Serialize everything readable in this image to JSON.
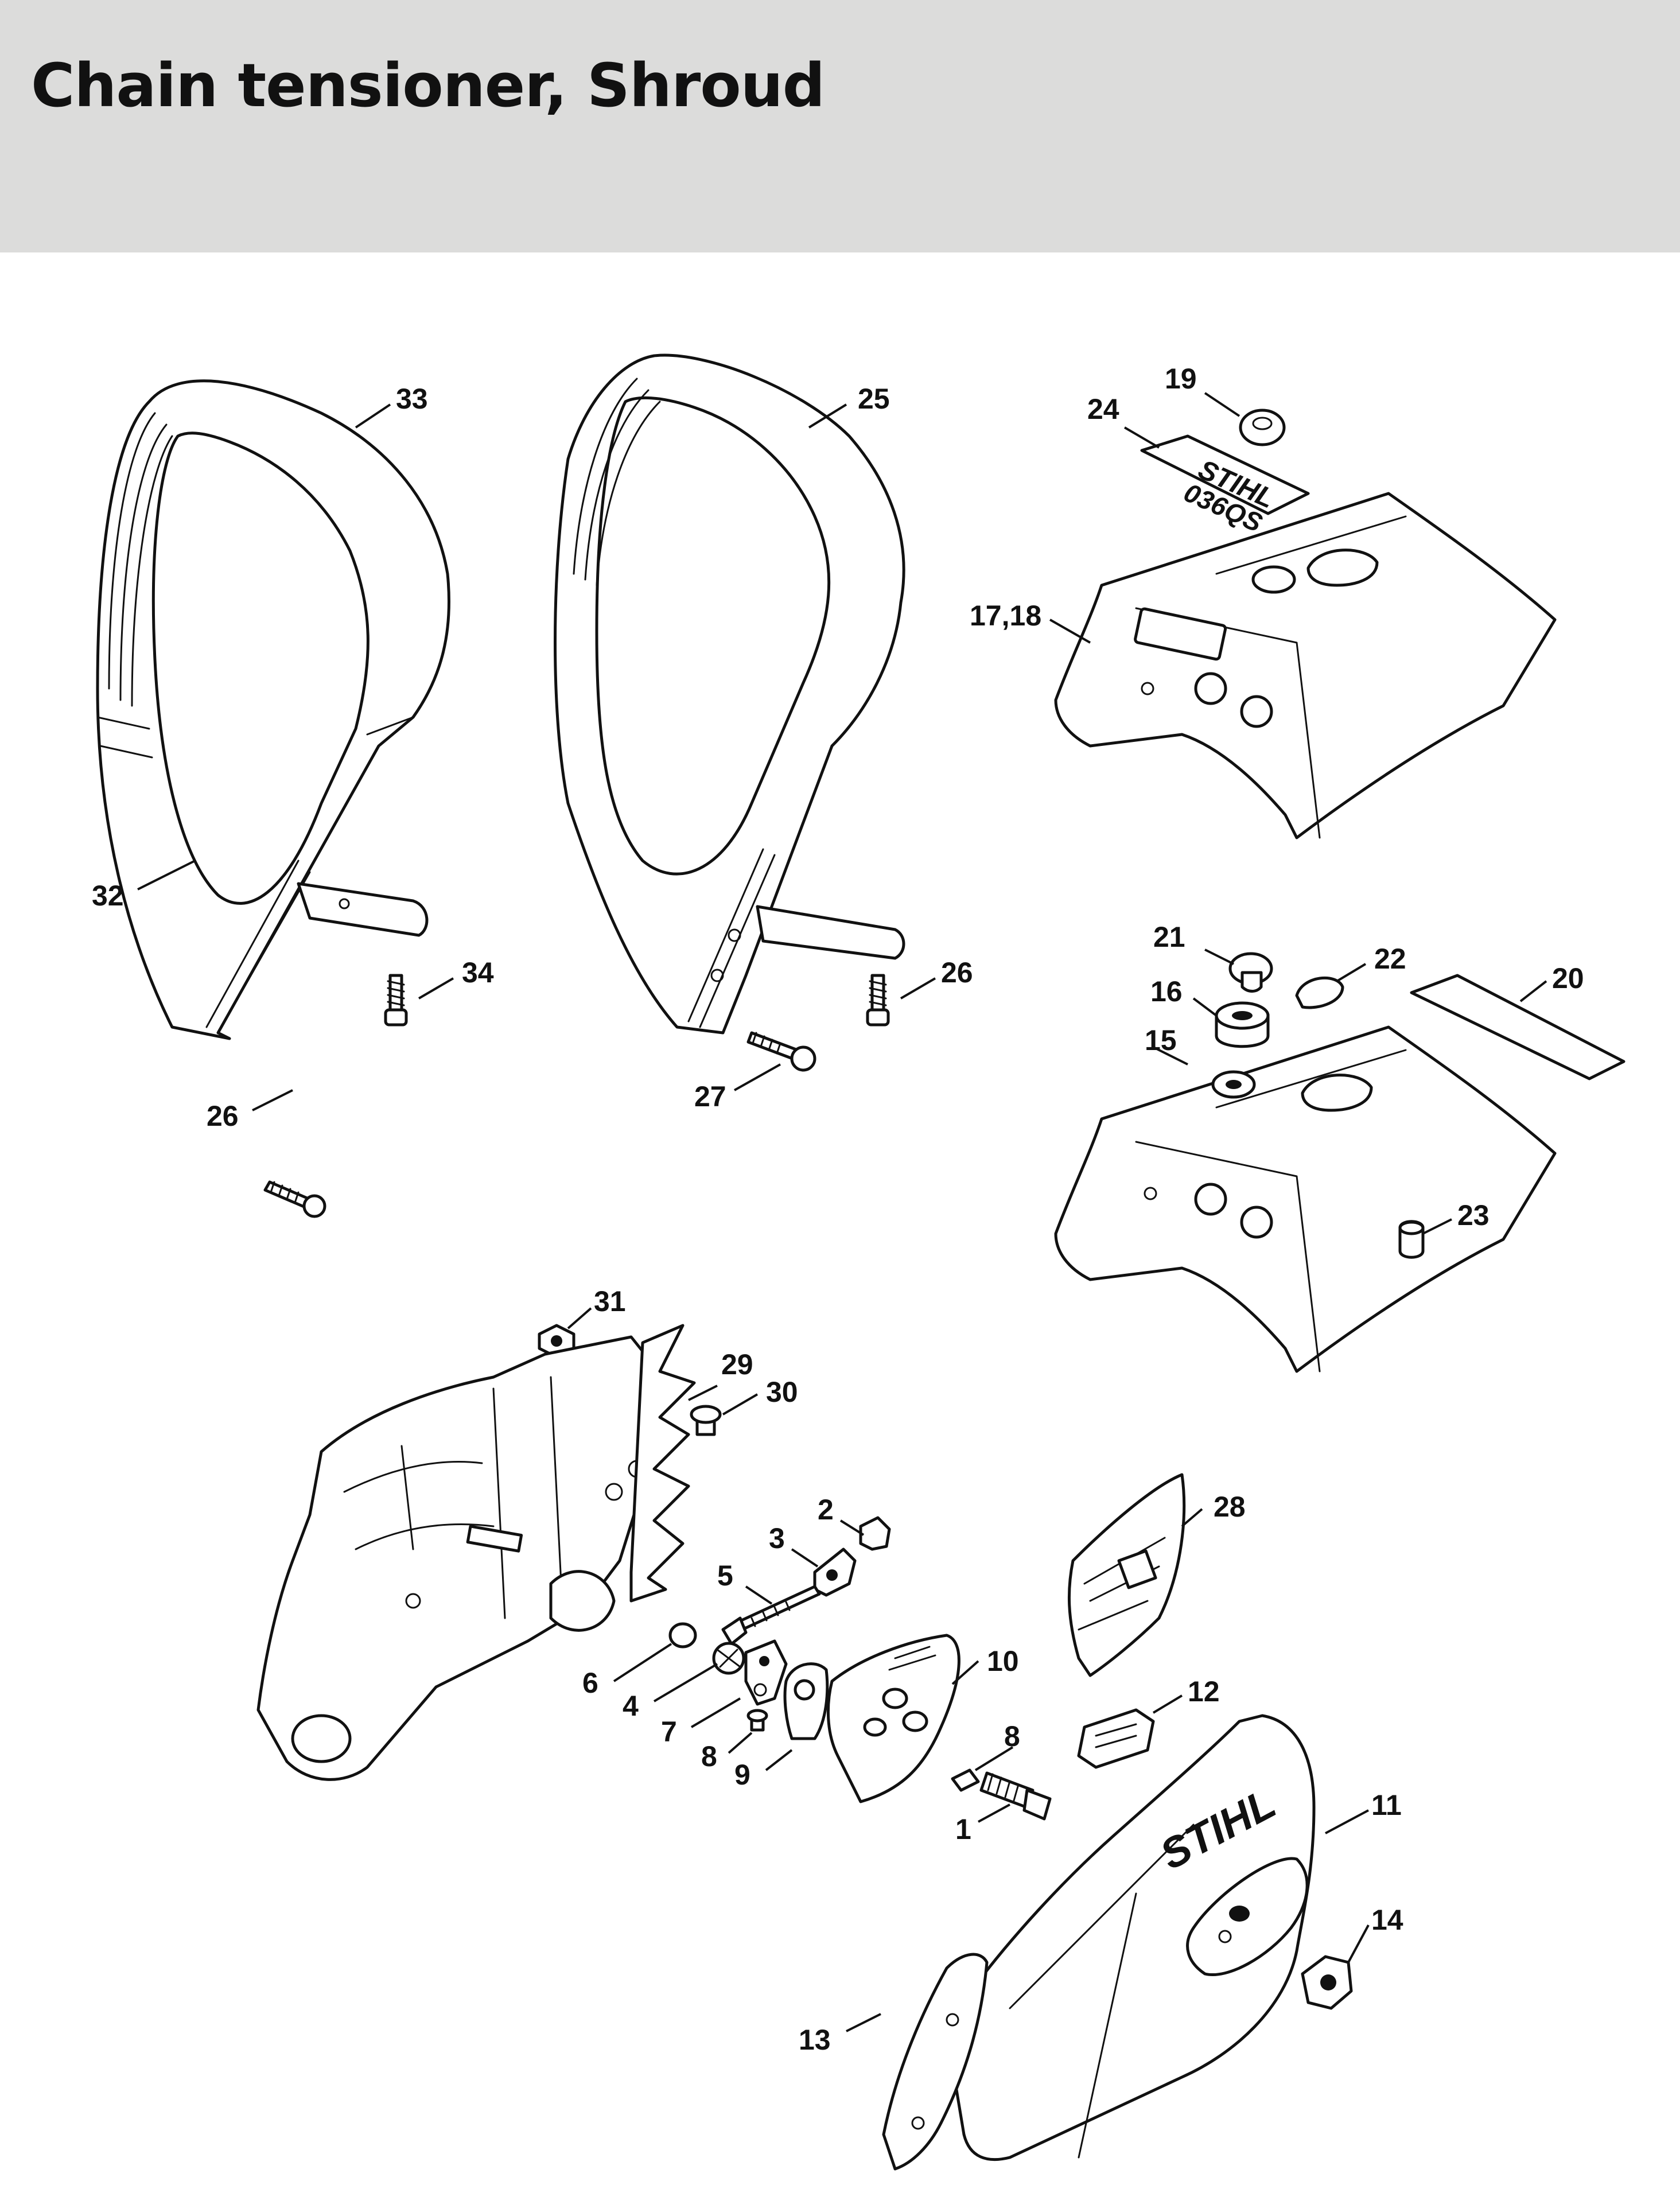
{
  "header": {
    "title": "Chain tensioner, Shroud"
  },
  "callouts": [
    {
      "label": "33"
    },
    {
      "label": "25"
    },
    {
      "label": "19"
    },
    {
      "label": "24"
    },
    {
      "label": "17,18"
    },
    {
      "label": "32"
    },
    {
      "label": "34"
    },
    {
      "label": "26"
    },
    {
      "label": "26"
    },
    {
      "label": "27"
    },
    {
      "label": "21"
    },
    {
      "label": "22"
    },
    {
      "label": "20"
    },
    {
      "label": "16"
    },
    {
      "label": "15"
    },
    {
      "label": "23"
    },
    {
      "label": "31"
    },
    {
      "label": "29"
    },
    {
      "label": "30"
    },
    {
      "label": "2"
    },
    {
      "label": "3"
    },
    {
      "label": "5"
    },
    {
      "label": "28"
    },
    {
      "label": "6"
    },
    {
      "label": "4"
    },
    {
      "label": "7"
    },
    {
      "label": "8"
    },
    {
      "label": "9"
    },
    {
      "label": "10"
    },
    {
      "label": "8"
    },
    {
      "label": "1"
    },
    {
      "label": "12"
    },
    {
      "label": "11"
    },
    {
      "label": "14"
    },
    {
      "label": "13"
    }
  ],
  "markings": {
    "decal_brand": "STIHL",
    "decal_model": "036QS",
    "cover_brand": "STIHL"
  },
  "colors": {
    "header_bg": "#dcdcdb",
    "ink": "#111111",
    "page_bg": "#ffffff"
  }
}
